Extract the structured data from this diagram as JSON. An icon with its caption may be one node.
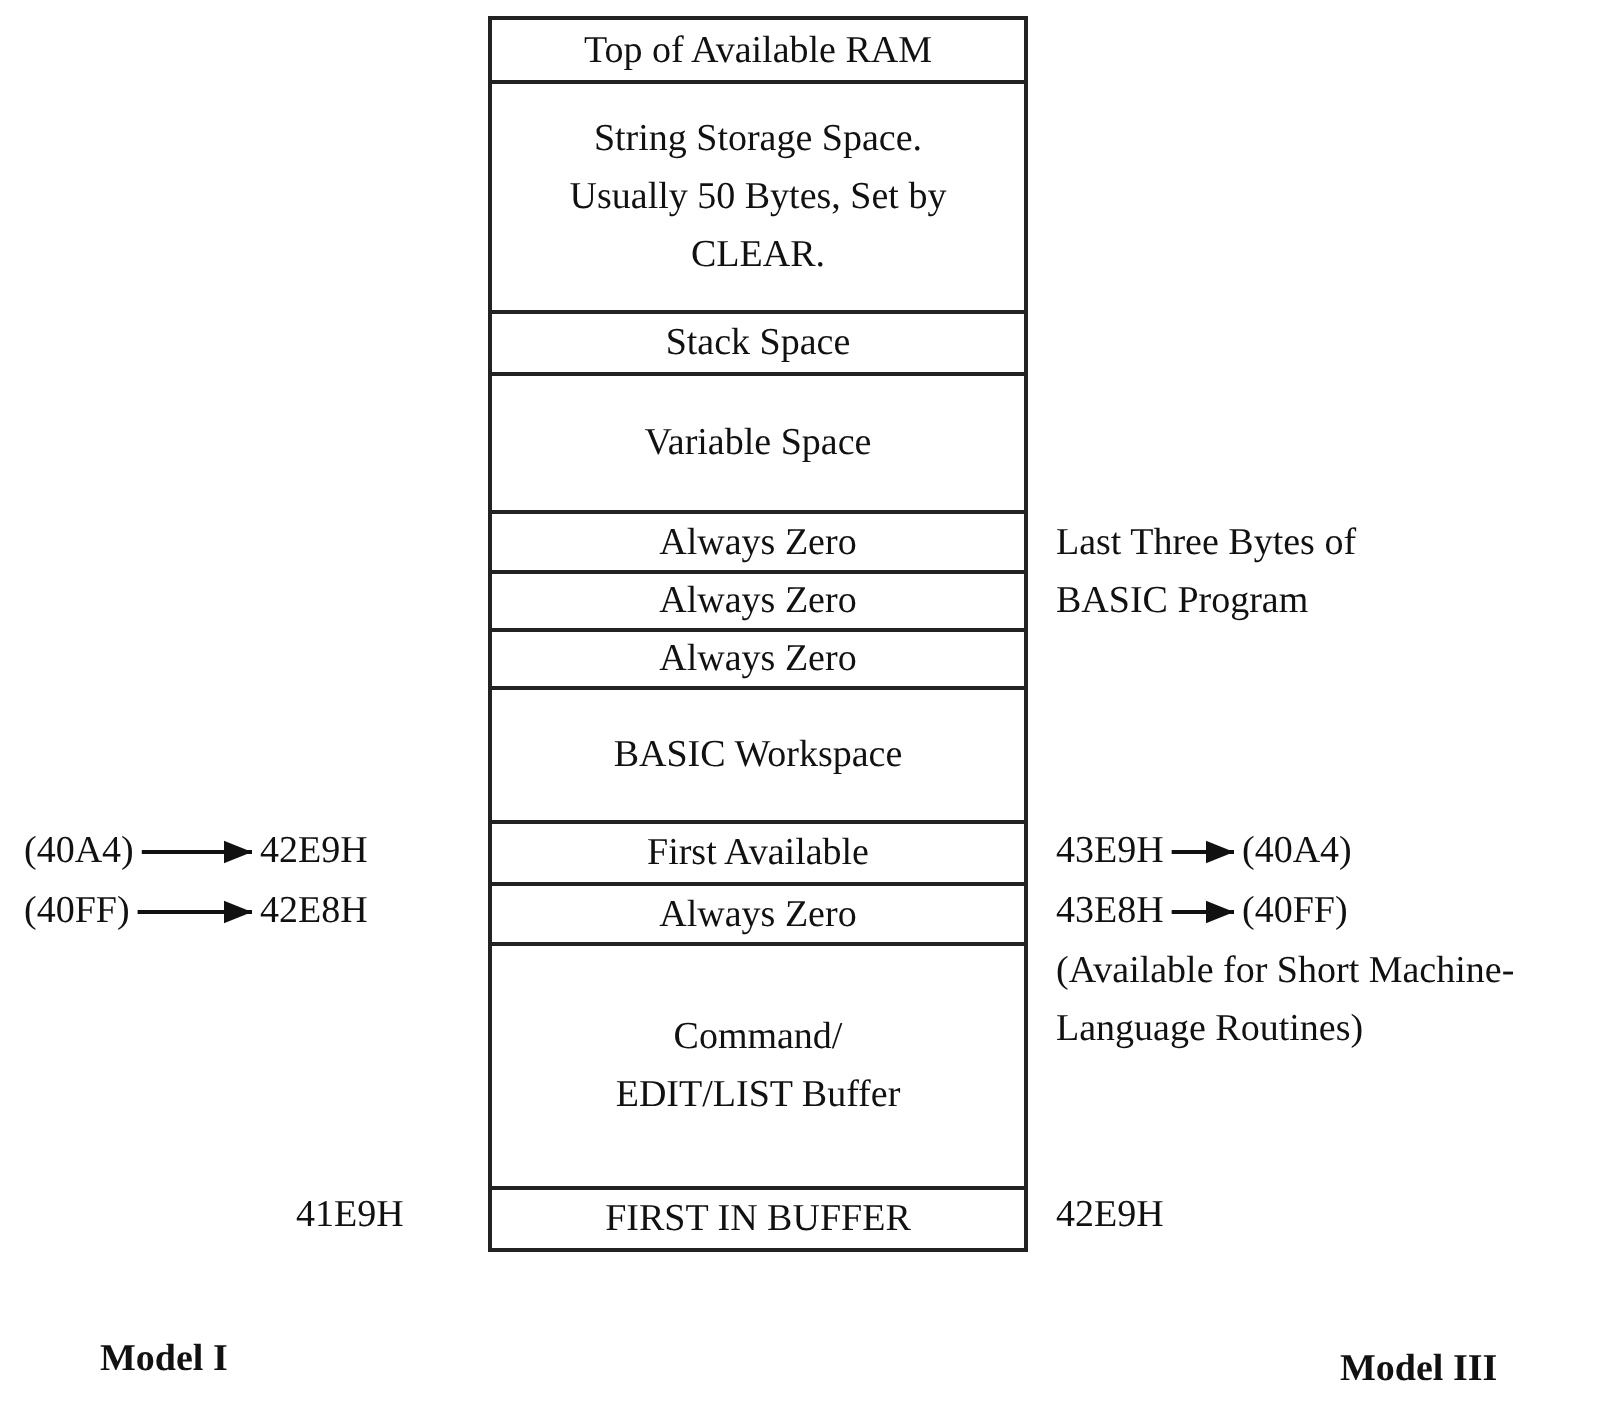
{
  "diagram": {
    "nodes": [
      {
        "text": [
          "Top of Available RAM"
        ]
      },
      {
        "text": [
          "String Storage Space. Usually 50 Bytes, Set by CLEAR."
        ]
      },
      {
        "text": [
          "Stack Space"
        ]
      },
      {
        "text": [
          "Variable Space"
        ]
      },
      {
        "text": [
          "Always Zero"
        ]
      },
      {
        "text": [
          "Always Zero"
        ]
      },
      {
        "text": [
          "Always Zero"
        ]
      },
      {
        "text": [
          "BASIC Workspace"
        ]
      },
      {
        "text": [
          "First Available"
        ]
      },
      {
        "text": [
          "Always Zero"
        ]
      },
      {
        "text": [
          "Command/ EDIT/LIST Buffer"
        ]
      },
      {
        "text": [
          "FIRST IN BUFFER"
        ]
      },
      {
        "text": [
          "(40A4)"
        ]
      },
      {
        "text": [
          "42E9H"
        ]
      },
      {
        "text": [
          "(40FF)"
        ]
      },
      {
        "text": [
          "42E8H"
        ]
      },
      {
        "text": [
          "43E9H"
        ]
      },
      {
        "text": [
          "(40A4)"
        ]
      },
      {
        "text": [
          "43E8H"
        ]
      },
      {
        "text": [
          "(40FF)"
        ]
      }
    ],
    "edges": [
      {
        "from": 12,
        "to": 13,
        "arrow": "to"
      },
      {
        "from": 14,
        "to": 15,
        "arrow": "to"
      },
      {
        "from": 16,
        "to": 17,
        "arrow": "to"
      },
      {
        "from": 18,
        "to": 19,
        "arrow": "to"
      }
    ],
    "labels": [
      "Last Three Bytes of BASIC Program",
      "(Available for Short Machine-Language Routines)",
      "41E9H",
      "42E9H",
      "Model I",
      "Model III"
    ]
  }
}
